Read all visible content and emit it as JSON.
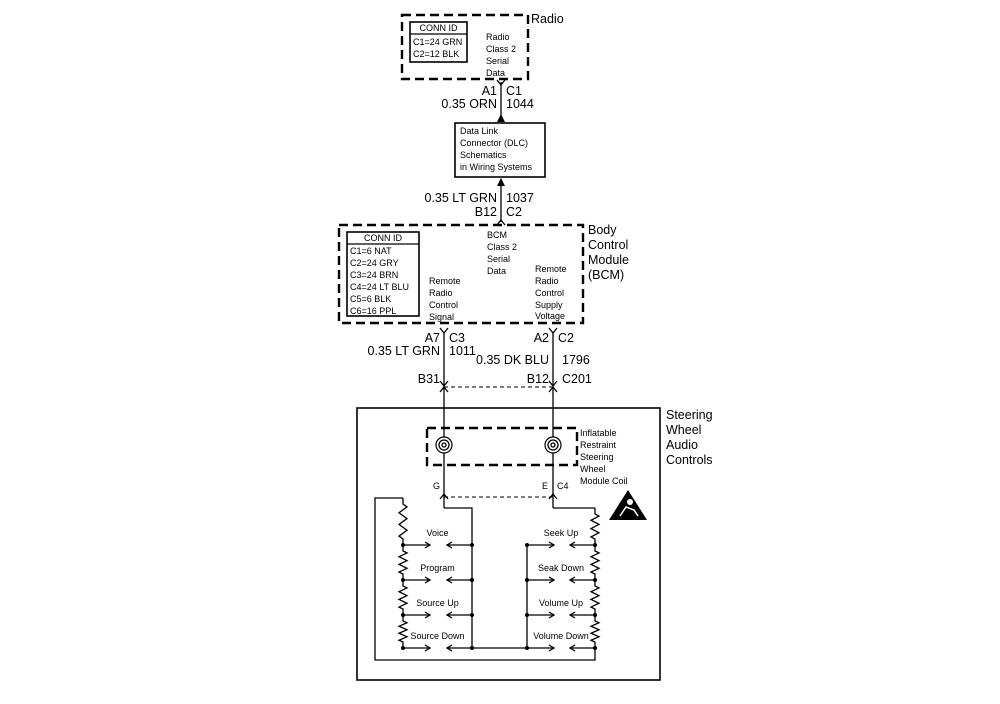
{
  "radio": {
    "label": "Radio",
    "conn_id": {
      "title": "CONN ID",
      "rows": [
        "C1=24 GRN",
        "C2=12 BLK"
      ]
    },
    "text": [
      "Radio",
      "Class 2",
      "Serial",
      "Data"
    ]
  },
  "wire_radio_dlc": {
    "pin": "A1",
    "conn": "C1",
    "color": "0.35 ORN",
    "circuit": "1044"
  },
  "dlc": {
    "text": [
      "Data Link",
      "Connector (DLC)",
      "Schematics",
      "in Wiring Systems"
    ]
  },
  "wire_bcm_dlc": {
    "color": "0.35 LT GRN",
    "circuit": "1037",
    "pin": "B12",
    "conn": "C2"
  },
  "bcm": {
    "label": [
      "Body",
      "Control",
      "Module",
      "(BCM)"
    ],
    "conn_id": {
      "title": "CONN ID",
      "rows": [
        "C1=6 NAT",
        "C2=24 GRY",
        "C3=24 BRN",
        "C4=24 LT BLU",
        "C5=6 BLK",
        "C6=16 PPL"
      ]
    },
    "serial": [
      "BCM",
      "Class 2",
      "Serial",
      "Data"
    ],
    "signal": [
      "Remote",
      "Radio",
      "Control",
      "Signal"
    ],
    "supply": [
      "Remote",
      "Radio",
      "Control",
      "Supply",
      "Voltage"
    ]
  },
  "wire_signal": {
    "pin": "A7",
    "conn": "C3",
    "color": "0.35 LT GRN",
    "circuit": "1011",
    "pin2": "B31"
  },
  "wire_supply": {
    "pin": "A2",
    "conn": "C2",
    "color": "0.35 DK BLU",
    "circuit": "1796",
    "pin2": "B12",
    "conn2": "C201"
  },
  "swac": {
    "label": [
      "Steering",
      "Wheel",
      "Audio",
      "Controls"
    ],
    "coil_label": [
      "Inflatable",
      "Restraint",
      "Steering",
      "Wheel",
      "Module Coil"
    ],
    "pin_g": "G",
    "pin_e": "E",
    "conn": "C4",
    "left_switches": [
      "Voice",
      "Program",
      "Source Up",
      "Source Down"
    ],
    "right_switches": [
      "Seek Up",
      "Seak Down",
      "Volume Up",
      "Volume Down"
    ],
    "warning_icon": "airbag-warning-icon"
  }
}
